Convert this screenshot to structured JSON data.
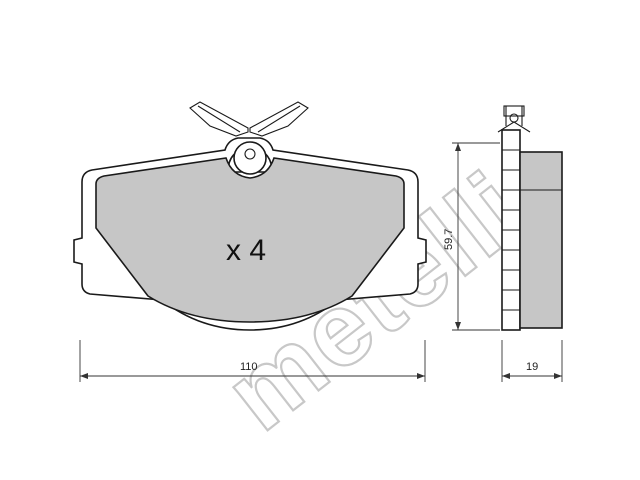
{
  "brand": {
    "watermark_text": "metelli",
    "watermark_color": "#c8c8c8"
  },
  "part": {
    "quantity_label": "x 4",
    "pad_color": "#c6c6c6",
    "friction_color": "#c6c6c6"
  },
  "dimensions": {
    "width_label": "110",
    "height_label": "59.7",
    "thickness_label": "19"
  }
}
